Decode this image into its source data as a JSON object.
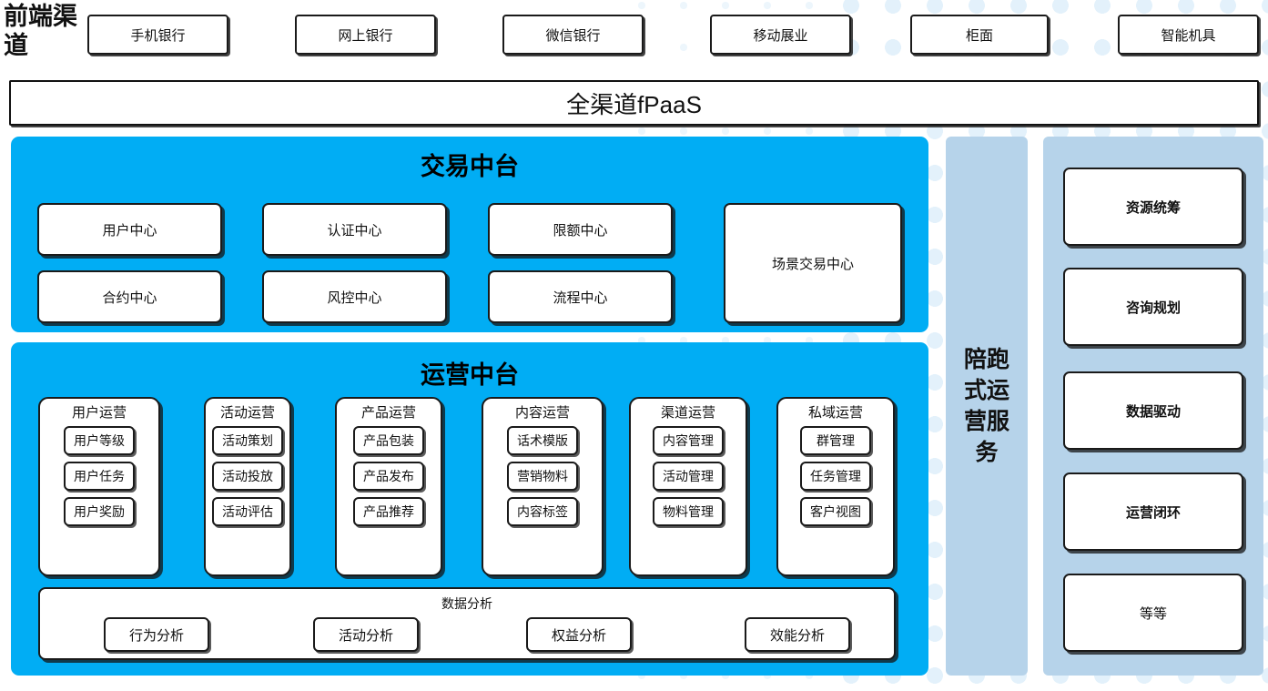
{
  "theme": {
    "accent_cyan": "#01ADF4",
    "panel_light_blue": "#B6D3EA",
    "dot_color": "#E3F1FB",
    "box_border": "#1a1a1a",
    "box_fill": "#ffffff"
  },
  "frontend": {
    "label": "前端渠道",
    "channels": [
      {
        "label": "手机银行"
      },
      {
        "label": "网上银行"
      },
      {
        "label": "微信银行"
      },
      {
        "label": "移动展业"
      },
      {
        "label": "柜面"
      },
      {
        "label": "智能机具"
      }
    ]
  },
  "omnichannel": {
    "label": "全渠道fPaaS"
  },
  "transaction_platform": {
    "title": "交易中台",
    "boxes_row1": [
      {
        "label": "用户中心"
      },
      {
        "label": "认证中心"
      },
      {
        "label": "限额中心"
      }
    ],
    "boxes_row2": [
      {
        "label": "合约中心"
      },
      {
        "label": "风控中心"
      },
      {
        "label": "流程中心"
      }
    ],
    "tall_box": {
      "label": "场景交易中心"
    }
  },
  "operation_platform": {
    "title": "运营中台",
    "columns": [
      {
        "title": "用户运营",
        "items": [
          "用户等级",
          "用户任务",
          "用户奖励"
        ]
      },
      {
        "title": "活动运营",
        "items": [
          "活动策划",
          "活动投放",
          "活动评估"
        ]
      },
      {
        "title": "产品运营",
        "items": [
          "产品包装",
          "产品发布",
          "产品推荐"
        ]
      },
      {
        "title": "内容运营",
        "items": [
          "话术模版",
          "营销物料",
          "内容标签"
        ]
      },
      {
        "title": "渠道运营",
        "items": [
          "内容管理",
          "活动管理",
          "物料管理"
        ]
      },
      {
        "title": "私域运营",
        "items": [
          "群管理",
          "任务管理",
          "客户视图"
        ]
      }
    ],
    "data_analysis": {
      "title": "数据分析",
      "items": [
        "行为分析",
        "活动分析",
        "权益分析",
        "效能分析"
      ]
    }
  },
  "service_column": {
    "label": "陪跑式运营服务",
    "lines": [
      "陪跑",
      "式运",
      "营服",
      "务"
    ]
  },
  "capabilities": {
    "items": [
      {
        "label": "资源统筹",
        "bold": true
      },
      {
        "label": "咨询规划",
        "bold": true
      },
      {
        "label": "数据驱动",
        "bold": true
      },
      {
        "label": "运营闭环",
        "bold": true
      },
      {
        "label": "等等",
        "bold": false
      }
    ]
  }
}
